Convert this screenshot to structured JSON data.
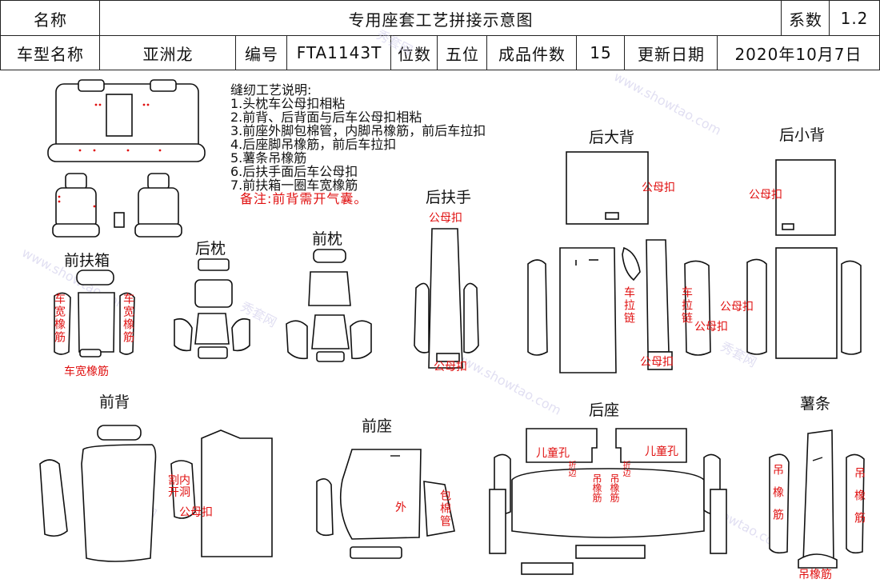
{
  "header": {
    "row1": {
      "name_label": "名称",
      "title": "专用座套工艺拼接示意图",
      "coef_label": "系数",
      "coef_value": "1.2"
    },
    "row2": {
      "model_label": "车型名称",
      "model_value": "亚洲龙",
      "code_label": "编号",
      "code_value": "FTA1143T",
      "seats_label": "位数",
      "seats_value": "五位",
      "pieces_label": "成品件数",
      "pieces_value": "15",
      "date_label": "更新日期",
      "date_value": "2020年10月7日"
    }
  },
  "notes": {
    "title": "缝纫工艺说明:",
    "items": [
      "1.头枕车公母扣相粘",
      "2.前背、后背面与后车公母扣相粘",
      "3.前座外脚包棉管，内脚吊橡筋，前后车拉扣",
      "4.后座脚吊橡筋，前后车拉扣",
      "5.薯条吊橡筋",
      "6.后扶手面后车公母扣",
      "7.前扶箱一圈车宽橡筋"
    ],
    "remark": "备注:前背需开气囊。"
  },
  "sections": {
    "front_armrest_box": "前扶箱",
    "rear_headrest": "后枕",
    "front_headrest": "前枕",
    "rear_armrest": "后扶手",
    "rear_big_back": "后大背",
    "rear_small_back": "后小背",
    "front_back": "前背",
    "front_seat": "前座",
    "rear_seat": "后座",
    "fries": "薯条"
  },
  "annotations": {
    "wide_elastic": "车宽橡筋",
    "snap": "公母扣",
    "zipper_v": "车拉链",
    "inner_open_hole": "割内开洞",
    "outer": "外",
    "wrap_cotton_tube": "包棉管",
    "child_hole": "儿童孔",
    "fold_edge": "折边",
    "hang_elastic_v": "吊橡筋",
    "hang_elastic": "吊橡筋"
  },
  "watermark": {
    "text_cn": "秀套网",
    "text_en": "www.showtao.com"
  }
}
